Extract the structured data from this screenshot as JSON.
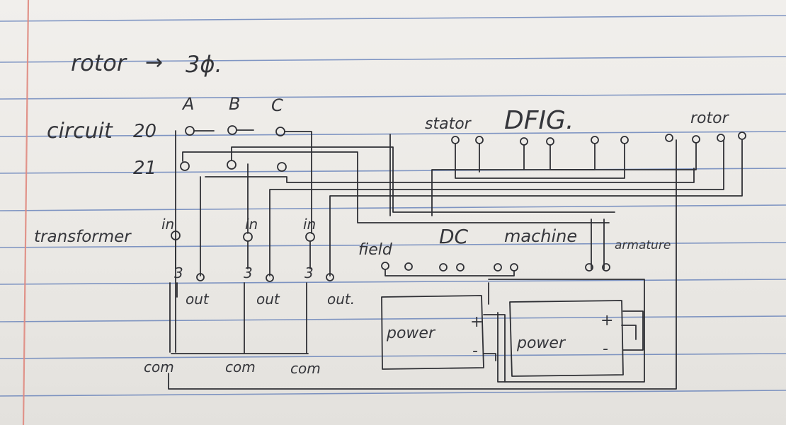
{
  "notes": {
    "title_rotor": "rotor",
    "title_arrow": "→",
    "title_phase": "3ϕ.",
    "col_a": "A",
    "col_b": "B",
    "col_c": "C",
    "circuit_label": "circuit",
    "row_20": "20",
    "row_21": "21",
    "transformer": "transformer",
    "in_1": "in",
    "in_2": "in",
    "in_3": "in",
    "out_1": "out",
    "out_2": "out",
    "out_3": "out.",
    "tap_1": "3",
    "tap_2": "3",
    "tap_3": "3",
    "com_1": "com",
    "com_2": "com",
    "com_3": "com",
    "stator": "stator",
    "dfig": "DFIG.",
    "rotor_right": "rotor",
    "field": "field",
    "dc_machine_1": "DC",
    "dc_machine_2": "machine",
    "armature": "armature",
    "power_1": "power",
    "power_2": "power",
    "plus_1": "+",
    "plus_2": "+",
    "minus_1": "-",
    "minus_2": "-"
  },
  "colors": {
    "paper": "#eeece8",
    "ink": "#2f3035",
    "rule": "#5a78b6",
    "margin": "#e08a80"
  }
}
